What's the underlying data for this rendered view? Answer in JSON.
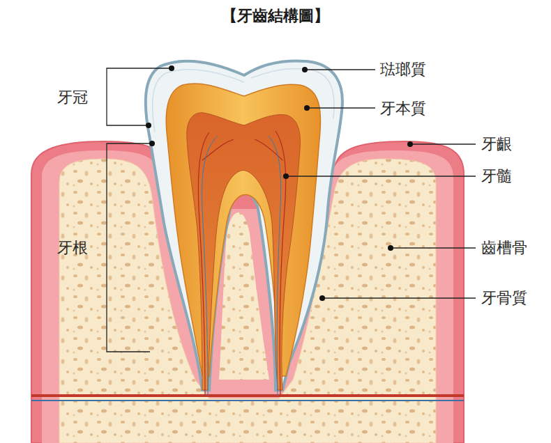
{
  "diagram": {
    "title": "【牙齒結構圖】",
    "labels": [
      "牙冠",
      "琺瑯質",
      "牙本質",
      "牙齦",
      "牙髓",
      "牙根",
      "齒槽骨",
      "牙骨質"
    ]
  }
}
